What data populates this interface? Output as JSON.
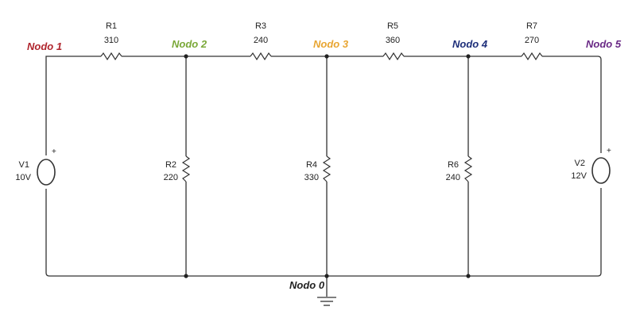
{
  "nodes": [
    {
      "id": "n1",
      "label": "Nodo 1",
      "color": "#b0262e"
    },
    {
      "id": "n2",
      "label": "Nodo 2",
      "color": "#7aa838"
    },
    {
      "id": "n3",
      "label": "Nodo 3",
      "color": "#e8a531"
    },
    {
      "id": "n4",
      "label": "Nodo 4",
      "color": "#1e2f7a"
    },
    {
      "id": "n5",
      "label": "Nodo 5",
      "color": "#6a2a86"
    },
    {
      "id": "n0",
      "label": "Nodo 0",
      "color": "#222222"
    }
  ],
  "resistors": [
    {
      "id": "R1",
      "name": "R1",
      "value": "310"
    },
    {
      "id": "R2",
      "name": "R2",
      "value": "220"
    },
    {
      "id": "R3",
      "name": "R3",
      "value": "240"
    },
    {
      "id": "R4",
      "name": "R4",
      "value": "330"
    },
    {
      "id": "R5",
      "name": "R5",
      "value": "360"
    },
    {
      "id": "R6",
      "name": "R6",
      "value": "240"
    },
    {
      "id": "R7",
      "name": "R7",
      "value": "270"
    }
  ],
  "sources": [
    {
      "id": "V1",
      "name": "V1",
      "value": "10V",
      "polarity": "+"
    },
    {
      "id": "V2",
      "name": "V2",
      "value": "12V",
      "polarity": "+"
    }
  ]
}
